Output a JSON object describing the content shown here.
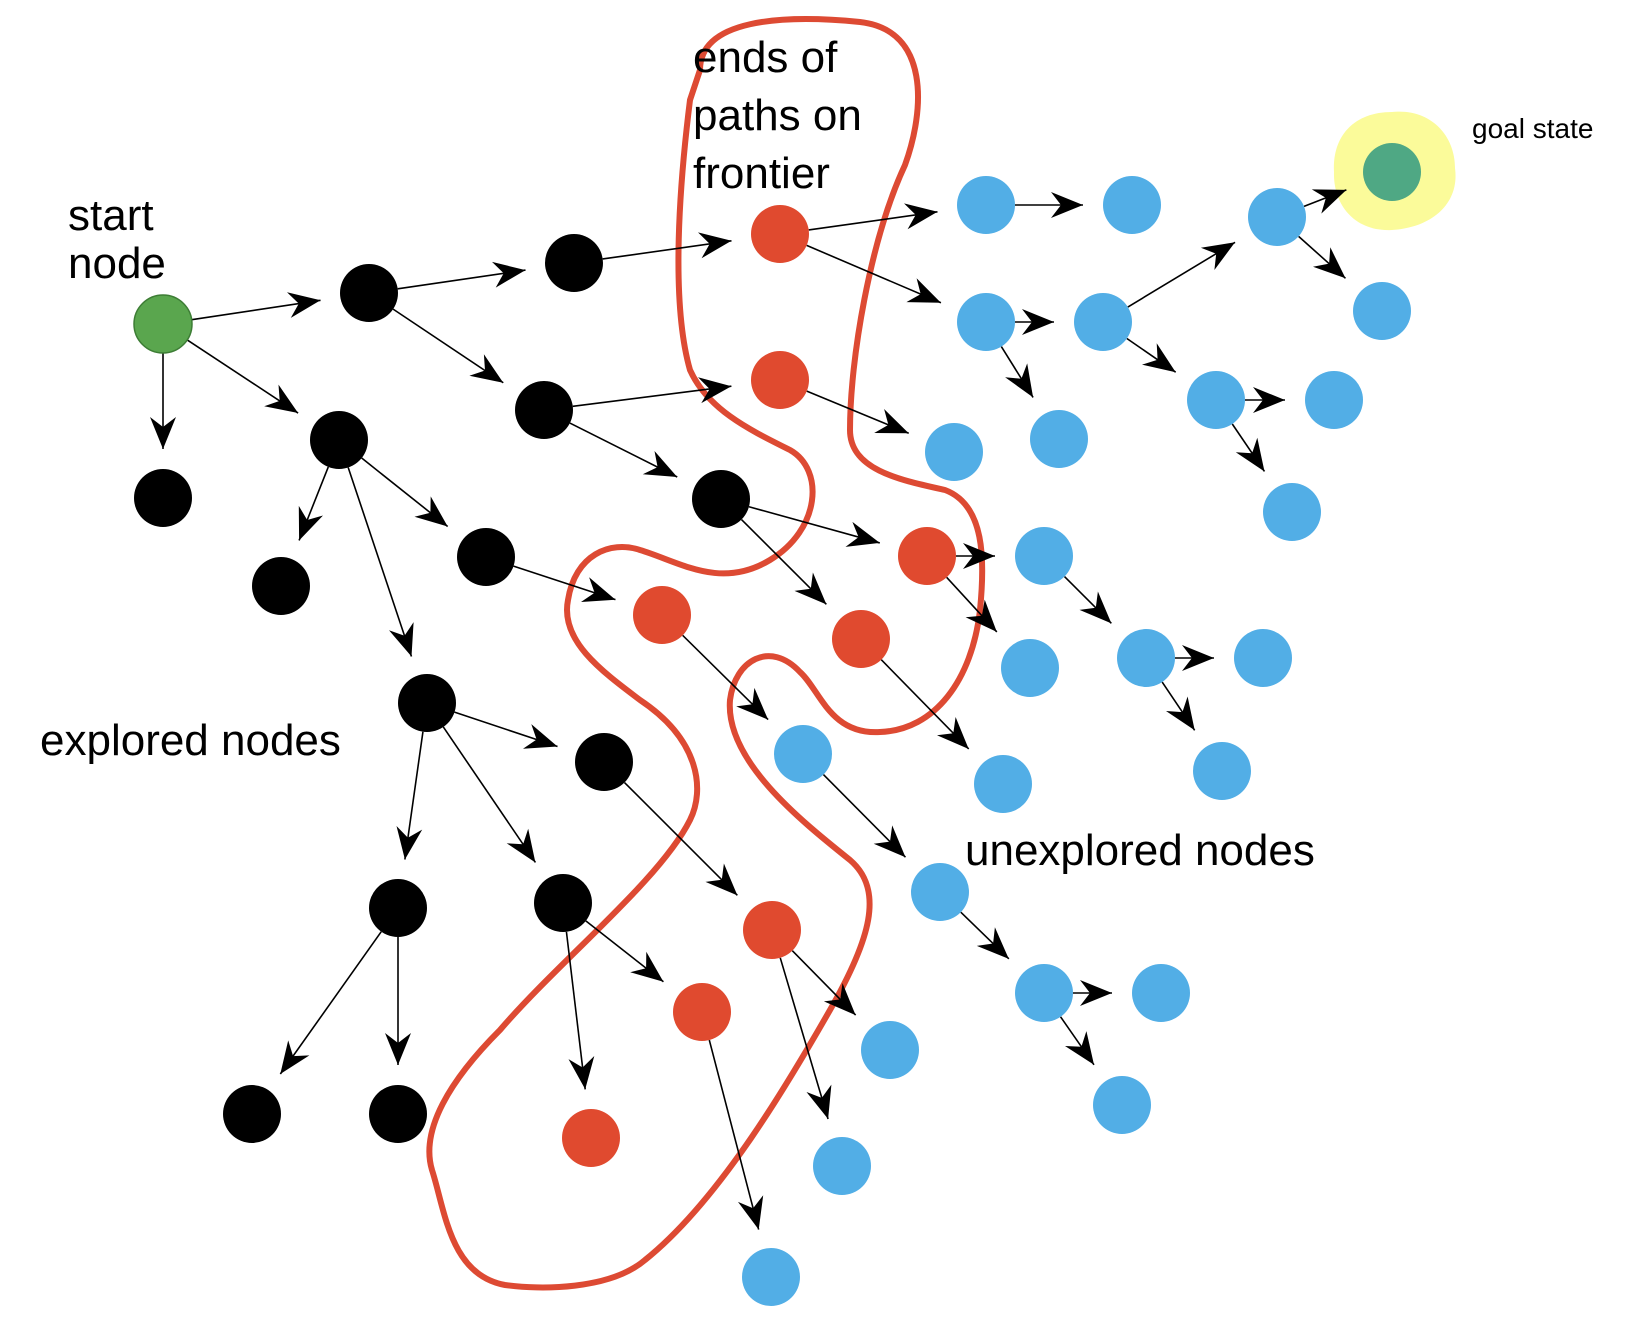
{
  "labels": {
    "start_node": [
      "start",
      "node"
    ],
    "frontier": [
      "ends of",
      "paths on",
      "frontier"
    ],
    "explored": "explored nodes",
    "unexplored": "unexplored nodes",
    "goal": "goal state"
  },
  "colors": {
    "start": "#5aa64e",
    "explored": "#000000",
    "frontier": "#e04a2f",
    "unexplored": "#52aee6",
    "goal": "#4fa884",
    "goal_highlight": "#fbfb9a",
    "frontier_outline": "#dd4a33",
    "edge": "#000000"
  },
  "legend_categories": [
    "start",
    "explored",
    "frontier",
    "unexplored",
    "goal"
  ]
}
